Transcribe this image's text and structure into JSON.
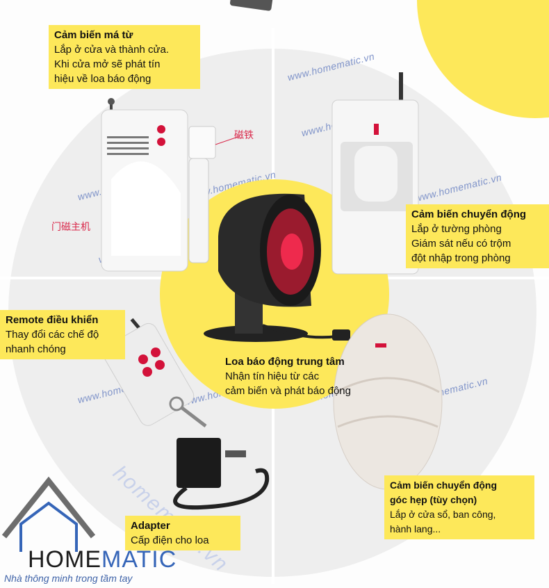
{
  "watermark": "www.homematic.vn",
  "watermark_large": "homematic.vn",
  "colors": {
    "highlight": "#fde85a",
    "brand_blue": "#3565b8",
    "siren_red": "#d3123a"
  },
  "labels": {
    "door_sensor": {
      "title": "Cảm biến má từ",
      "desc": "Lắp ở cửa và thành cửa.\nKhi cửa mở sẽ phát tín\nhiệu về loa báo động"
    },
    "motion_sensor": {
      "title": "Cảm biến chuyển động",
      "desc": "Lắp ở tường phòng\nGiám sát nếu có trộm\nđột nhập trong phòng"
    },
    "remote": {
      "title": "Remote điều khiển",
      "desc": "Thay đổi các chế độ\nnhanh chóng"
    },
    "siren": {
      "title": "Loa báo động trung tâm",
      "desc": "Nhận tín hiệu từ các\ncảm biến và phát báo động"
    },
    "narrow_sensor": {
      "title": "Cảm biến chuyển động\ngóc hẹp (tùy chọn)",
      "desc": "Lắp ở cửa sổ, ban công,\nhành lang..."
    },
    "adapter": {
      "title": "Adapter",
      "desc": "Cấp điện cho loa"
    }
  },
  "chinese": {
    "magnet": "磁铁",
    "host": "门磁主机"
  },
  "logo": {
    "home": "HOME",
    "matic": "MATIC",
    "tagline": "Nhà thông minh trong tầm tay"
  }
}
